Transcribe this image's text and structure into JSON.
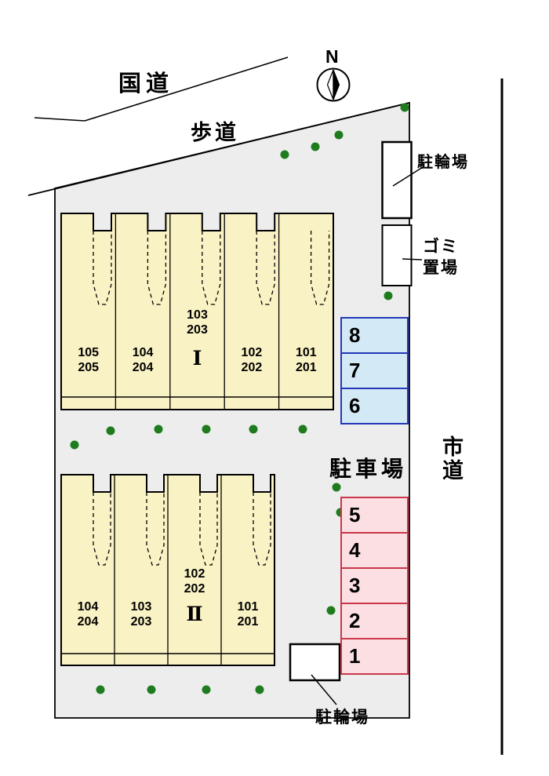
{
  "compass": {
    "north_label": "N"
  },
  "roads": {
    "national_road": "国道",
    "sidewalk": "歩道",
    "city_road": "市道"
  },
  "facilities": {
    "bicycle_parking_top": "駐輪場",
    "garbage_area": "ゴミ\n置場",
    "parking_lot": "駐車場",
    "bicycle_parking_bottom": "駐輪場"
  },
  "parking_spaces": {
    "blue_numbers": [
      "8",
      "7",
      "6"
    ],
    "red_numbers": [
      "5",
      "4",
      "3",
      "2",
      "1"
    ]
  },
  "building_1": {
    "label": "Ⅰ",
    "units": [
      "105\n205",
      "104\n204",
      "103\n203",
      "102\n202",
      "101\n201"
    ]
  },
  "building_2": {
    "label": "Ⅱ",
    "units": [
      "104\n204",
      "103\n203",
      "102\n202",
      "101\n201"
    ]
  },
  "colors": {
    "site_fill": "#ededed",
    "building_fill": "#f9f2c4",
    "blue_space_fill": "#d3e9f6",
    "blue_space_border": "#2438b8",
    "red_space_fill": "#fcdfe3",
    "red_space_border": "#c9374a",
    "tree_green": "#1e7c1e"
  }
}
